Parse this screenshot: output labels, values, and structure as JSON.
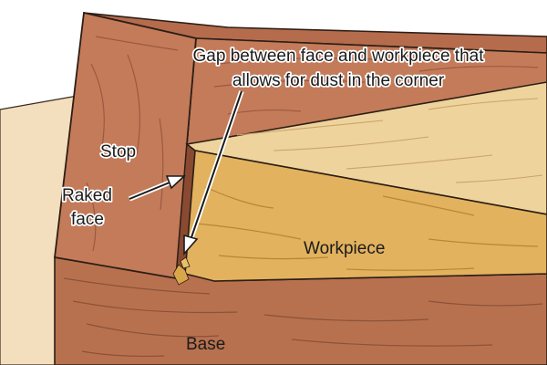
{
  "labels": {
    "gap_line1": "Gap between face and workpiece that",
    "gap_line2": "allows for dust in the corner",
    "stop": "Stop",
    "raked_line1": "Raked",
    "raked_line2": "face",
    "workpiece": "Workpiece",
    "base": "Base"
  },
  "colors": {
    "stop_wood": "#c47b5a",
    "stop_dark": "#a35f44",
    "base_wood": "#b8714f",
    "workpiece_top": "#eed39c",
    "workpiece_front": "#e2b25e",
    "background_wood": "#f3dfbd",
    "dust": "#d9a64a"
  }
}
